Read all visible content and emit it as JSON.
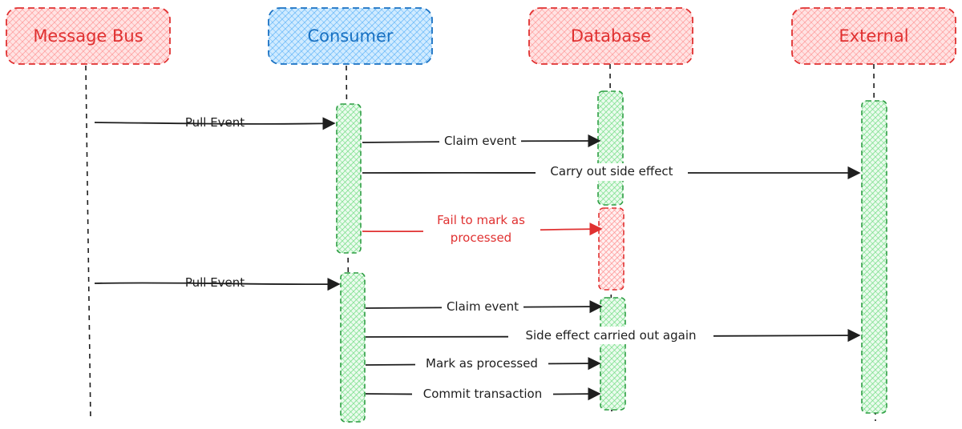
{
  "participants": {
    "message_bus": {
      "label": "Message Bus"
    },
    "consumer": {
      "label": "Consumer"
    },
    "database": {
      "label": "Database"
    },
    "external": {
      "label": "External"
    }
  },
  "messages": {
    "pull_event_1": "Pull Event",
    "claim_event_1": "Claim event",
    "carry_out_side_effect": "Carry out side effect",
    "fail_mark_line1": "Fail to mark as",
    "fail_mark_line2": "processed",
    "pull_event_2": "Pull Event",
    "claim_event_2": "Claim event",
    "side_effect_again": "Side effect carried out again",
    "mark_as_processed": "Mark as processed",
    "commit_transaction": "Commit transaction"
  },
  "colors": {
    "participant_red_stroke": "#e03131",
    "participant_red_fill": "#ffc9c9",
    "participant_blue_stroke": "#1971c2",
    "participant_blue_fill": "#a5d8ff",
    "activation_green_stroke": "#2f9e44",
    "activation_green_fill": "#b2f2bb",
    "failure_red": "#e03131",
    "ink": "#1e1e1e"
  }
}
